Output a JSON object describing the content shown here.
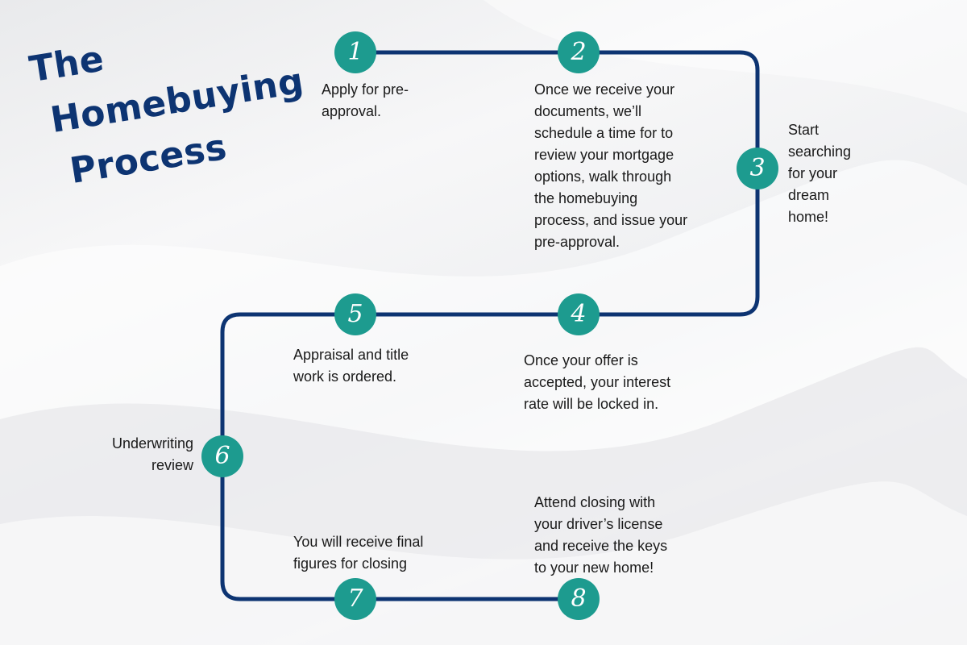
{
  "title": {
    "line1": "The",
    "line2": "Homebuying",
    "line3": "Process"
  },
  "colors": {
    "path": "#0d3472",
    "badge": "#1d9b8f",
    "title": "#0d3472",
    "text": "#1a1a1a"
  },
  "steps": [
    {
      "number": "1",
      "text": "Apply for pre-\napproval."
    },
    {
      "number": "2",
      "text": "Once we receive your\ndocuments, we’ll\nschedule a time for to\nreview your mortgage\noptions, walk through\nthe homebuying\nprocess, and issue your\npre-approval."
    },
    {
      "number": "3",
      "text": "Start\nsearching\nfor your\ndream\nhome!"
    },
    {
      "number": "4",
      "text": "Once your offer is\naccepted, your interest\nrate will be locked in."
    },
    {
      "number": "5",
      "text": "Appraisal and title\nwork is ordered."
    },
    {
      "number": "6",
      "text": "Underwriting\nreview"
    },
    {
      "number": "7",
      "text": "You will receive final\nfigures for closing"
    },
    {
      "number": "8",
      "text": "Attend closing with\nyour driver’s license\nand receive the keys\nto your new home!"
    }
  ]
}
